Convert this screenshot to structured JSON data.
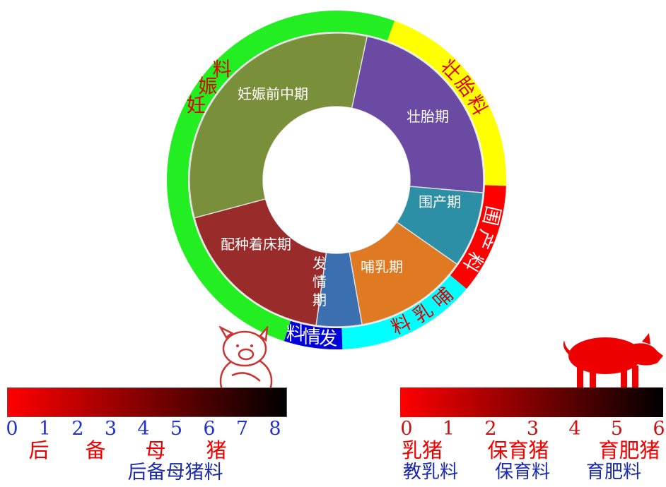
{
  "inner_ring": [
    {
      "label": "妊娠前中期",
      "color": "#7a8f3a"
    },
    {
      "label": "壮胎期",
      "color": "#6a4aa3"
    },
    {
      "label": "围产期",
      "color": "#2d8fa6"
    },
    {
      "label": "哺乳期",
      "color": "#e07a22"
    },
    {
      "label": "发情期",
      "color": "#3c6fb0"
    },
    {
      "label": "配种着床期",
      "color": "#9a2b2b"
    }
  ],
  "outer_ring": [
    {
      "label": "妊娠料",
      "color": "#22ee22",
      "text_color": "#e00000"
    },
    {
      "label": "壮胎料",
      "color": "#ffff00",
      "text_color": "#e00000"
    },
    {
      "label": "围产料",
      "color": "#ff0000",
      "text_color": "#ffffff"
    },
    {
      "label": "哺乳料",
      "color": "#00ffff",
      "text_color": "#e00000"
    },
    {
      "label": "发情料",
      "color": "#0000dd",
      "text_color": "#ffffff"
    }
  ],
  "left_scale": {
    "ticks": [
      "0",
      "1",
      "2",
      "3",
      "4",
      "5",
      "6",
      "7",
      "8"
    ],
    "stage_labels": [
      "后",
      "备",
      "母",
      "猪"
    ],
    "feed_label": "后备母猪料"
  },
  "right_scale": {
    "ticks": [
      "0",
      "1",
      "2",
      "3",
      "4",
      "5",
      "6"
    ],
    "stage_labels": [
      "乳猪",
      "保育猪",
      "育肥猪"
    ],
    "feed_labels": [
      "教乳料",
      "保育料",
      "育肥料"
    ]
  },
  "colors": {
    "tick_blue": "#2233cc",
    "tick_red": "#cc1111",
    "stage_red": "#ee0000",
    "feed_blue": "#1a2aa8",
    "bar_start": "#ff0000",
    "bar_end": "#000000",
    "pig_red": "#ee0000",
    "piglet_outline": "#cc3333"
  }
}
